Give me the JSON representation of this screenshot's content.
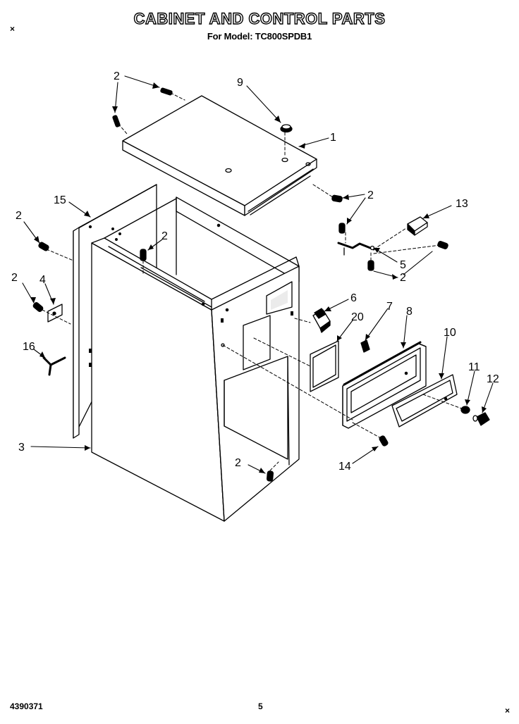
{
  "header": {
    "title": "CABINET AND CONTROL PARTS",
    "subtitle": "For Model: TC800SPDB1"
  },
  "footer": {
    "doc_number": "4390371",
    "page_number": "5"
  },
  "marks": {
    "top_left": "×",
    "bottom_right": "×"
  },
  "callouts": [
    {
      "id": "c-2-top",
      "label": "2"
    },
    {
      "id": "c-9",
      "label": "9"
    },
    {
      "id": "c-1",
      "label": "1"
    },
    {
      "id": "c-15",
      "label": "15"
    },
    {
      "id": "c-2-rightscrew",
      "label": "2"
    },
    {
      "id": "c-13",
      "label": "13"
    },
    {
      "id": "c-2-left",
      "label": "2"
    },
    {
      "id": "c-2-inner",
      "label": "2"
    },
    {
      "id": "c-5",
      "label": "5"
    },
    {
      "id": "c-2-lower-right",
      "label": "2"
    },
    {
      "id": "c-2-bracket",
      "label": "2"
    },
    {
      "id": "c-4",
      "label": "4"
    },
    {
      "id": "c-6",
      "label": "6"
    },
    {
      "id": "c-7",
      "label": "7"
    },
    {
      "id": "c-8",
      "label": "8"
    },
    {
      "id": "c-20",
      "label": "20"
    },
    {
      "id": "c-10",
      "label": "10"
    },
    {
      "id": "c-16",
      "label": "16"
    },
    {
      "id": "c-11",
      "label": "11"
    },
    {
      "id": "c-12",
      "label": "12"
    },
    {
      "id": "c-3",
      "label": "3"
    },
    {
      "id": "c-2-bottom",
      "label": "2"
    },
    {
      "id": "c-14",
      "label": "14"
    }
  ]
}
